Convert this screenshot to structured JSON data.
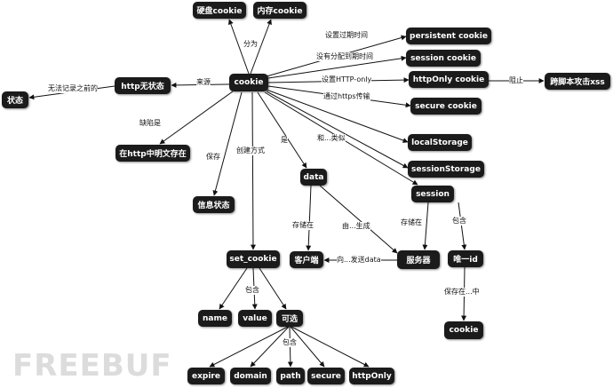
{
  "watermark": "FREEBUF",
  "nodes": {
    "disk_cookie": "硬盘cookie",
    "memory_cookie": "内存cookie",
    "persistent_cookie": "persistent cookie",
    "session_cookie": "session cookie",
    "httponly_cookie": "httpOnly cookie",
    "xss": "跨脚本攻击xss",
    "secure_cookie": "secure cookie",
    "cookie": "cookie",
    "http_stateless": "http无状态",
    "state": "状态",
    "plaintext": "在http中明文存在",
    "info_state": "信息状态",
    "set_cookie": "set_cookie",
    "data": "data",
    "client": "客户端",
    "server": "服务器",
    "local_storage": "localStorage",
    "session_storage": "sessionStorage",
    "session": "session",
    "unique_id": "唯一id",
    "cookie2": "cookie",
    "name": "name",
    "value": "value",
    "optional": "可选",
    "expire": "expire",
    "domain": "domain",
    "path": "path",
    "secure": "secure",
    "httponly": "httpOnly"
  },
  "labels": {
    "divide": "分为",
    "set_expiry": "设置过期时间",
    "no_expiry": "没有分配到期时间",
    "set_httponly": "设置HTTP-only",
    "prevent": "阻止",
    "via_https": "通过https传输",
    "source": "来源",
    "no_record": "无法记录之前的",
    "defect": "缺陷是",
    "save": "保存",
    "create_method": "创建方式",
    "is": "是",
    "similar": "和...类似",
    "stored_in_client": "存储在",
    "generated_by": "由...生成",
    "stored_in_server": "存储在",
    "contains_id": "包含",
    "send_data": "向...发送data",
    "saved_in": "保存在...中",
    "contains_set": "包含",
    "contains_opt": "包含"
  }
}
